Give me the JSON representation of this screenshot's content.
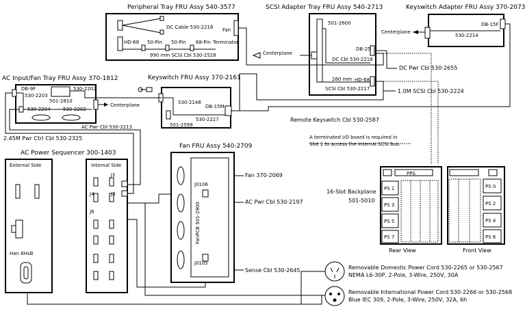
{
  "peripheral_tray": {
    "title": "Peripheral Tray FRU Assy 540-3577",
    "dc_cable": "DC Cable 530-2216",
    "fan": "Fan",
    "hd68": "HD-68",
    "pin50a": "50-Pin",
    "pin50b": "50-Pin",
    "pin68": "68-Pin",
    "terminator": "Terminator",
    "scsi_cbl": "990 mm SCSI Cbl 530-2528"
  },
  "scsi_adapter_tray": {
    "title": "SCSI Adapter Tray FRU Assy 540-2713",
    "part": "501-2600",
    "db25": "DB-25",
    "dc_cbl": "DC Cbl 530-2218",
    "mm260": "260 mm",
    "hd68": "HD-68",
    "scsi_cbl": "SCSI Cbl 530-2217",
    "centerplane": "Centerplane"
  },
  "keyswitch_adapter": {
    "title": "Keyswitch Adapter FRU Assy 370-2073",
    "centerplane": "Centerplane",
    "db15f": "DB-15F",
    "part": "530-2214"
  },
  "cables": {
    "dc_pwr": "DC Pwr Cbl 530-2655",
    "scsi_10m": "1.0M SCSI Cbl 530-2224",
    "remote_keyswitch": "Remote Keyswitch Cbl 530-2587",
    "ac_pwr_ctrl": "2.45M Pwr Ctrl Cbl 530-2325",
    "ac_pwr_tray": "AC Pwr Cbl 530-2213",
    "fan": "Fan 370-2069",
    "ac_pwr": "AC Pwr Cbl 530-2197",
    "sense": "Sense Cbl 530-2645"
  },
  "ac_input_tray": {
    "title": "AC Input/Fan Tray FRU Assy 370-1812",
    "db9f": "DB-9F",
    "p2203": "530-2203",
    "p2202a": "530-2202",
    "p2810": "501-2810",
    "p2204": "530-2204",
    "p2202b": "530-2202",
    "centerplane": "Centerplane"
  },
  "keyswitch_fru": {
    "title": "Keyswitch FRU  Assy 370-2161",
    "p2148": "530-2148",
    "db15m": "DB-15M",
    "p2599": "501-2599",
    "p2227": "530-2227"
  },
  "terminated_note": {
    "line1": "A terminated I/O board is required in",
    "line2": "Slot 1 to access the internal SCSI bus."
  },
  "sequencer": {
    "title": "AC Power Sequencer 300-1403",
    "external": "External Side",
    "internal": "Internal Side",
    "j1": "J1",
    "j3": "J3",
    "j4": "J4",
    "j6": "J6",
    "han": "Han  6HsB"
  },
  "fan_fru": {
    "title": "Fan FRU Assy 540-2709",
    "j0106": "J0106",
    "j0105": "J0105",
    "fanpcb": "FanPCB 501-2900"
  },
  "backplane": {
    "line1": "16-Slot  Backplane",
    "line2": "501-5010",
    "pps": "PPS",
    "rear_view": "Rear  View",
    "front_view": "Front View",
    "ps0": "PS 0",
    "ps1": "PS 1",
    "ps2": "PS 2",
    "ps3": "PS 3",
    "ps4": "PS 4",
    "ps5": "PS 5",
    "ps6": "PS 6",
    "ps7": "PS 7"
  },
  "power_cords": {
    "domestic_line1": "Removable Domestic Power Cord 530-2265 or 530-2567",
    "domestic_line2": "NEMA L6-30P, 2-Pole, 3-Wire, 250V, 30A",
    "intl_line1": "Removable International Power Cord 530-2266 or 530-2568",
    "intl_line2": "Blue IEC 309, 2-Pole, 3-Wire, 250V, 32A, 6h"
  }
}
